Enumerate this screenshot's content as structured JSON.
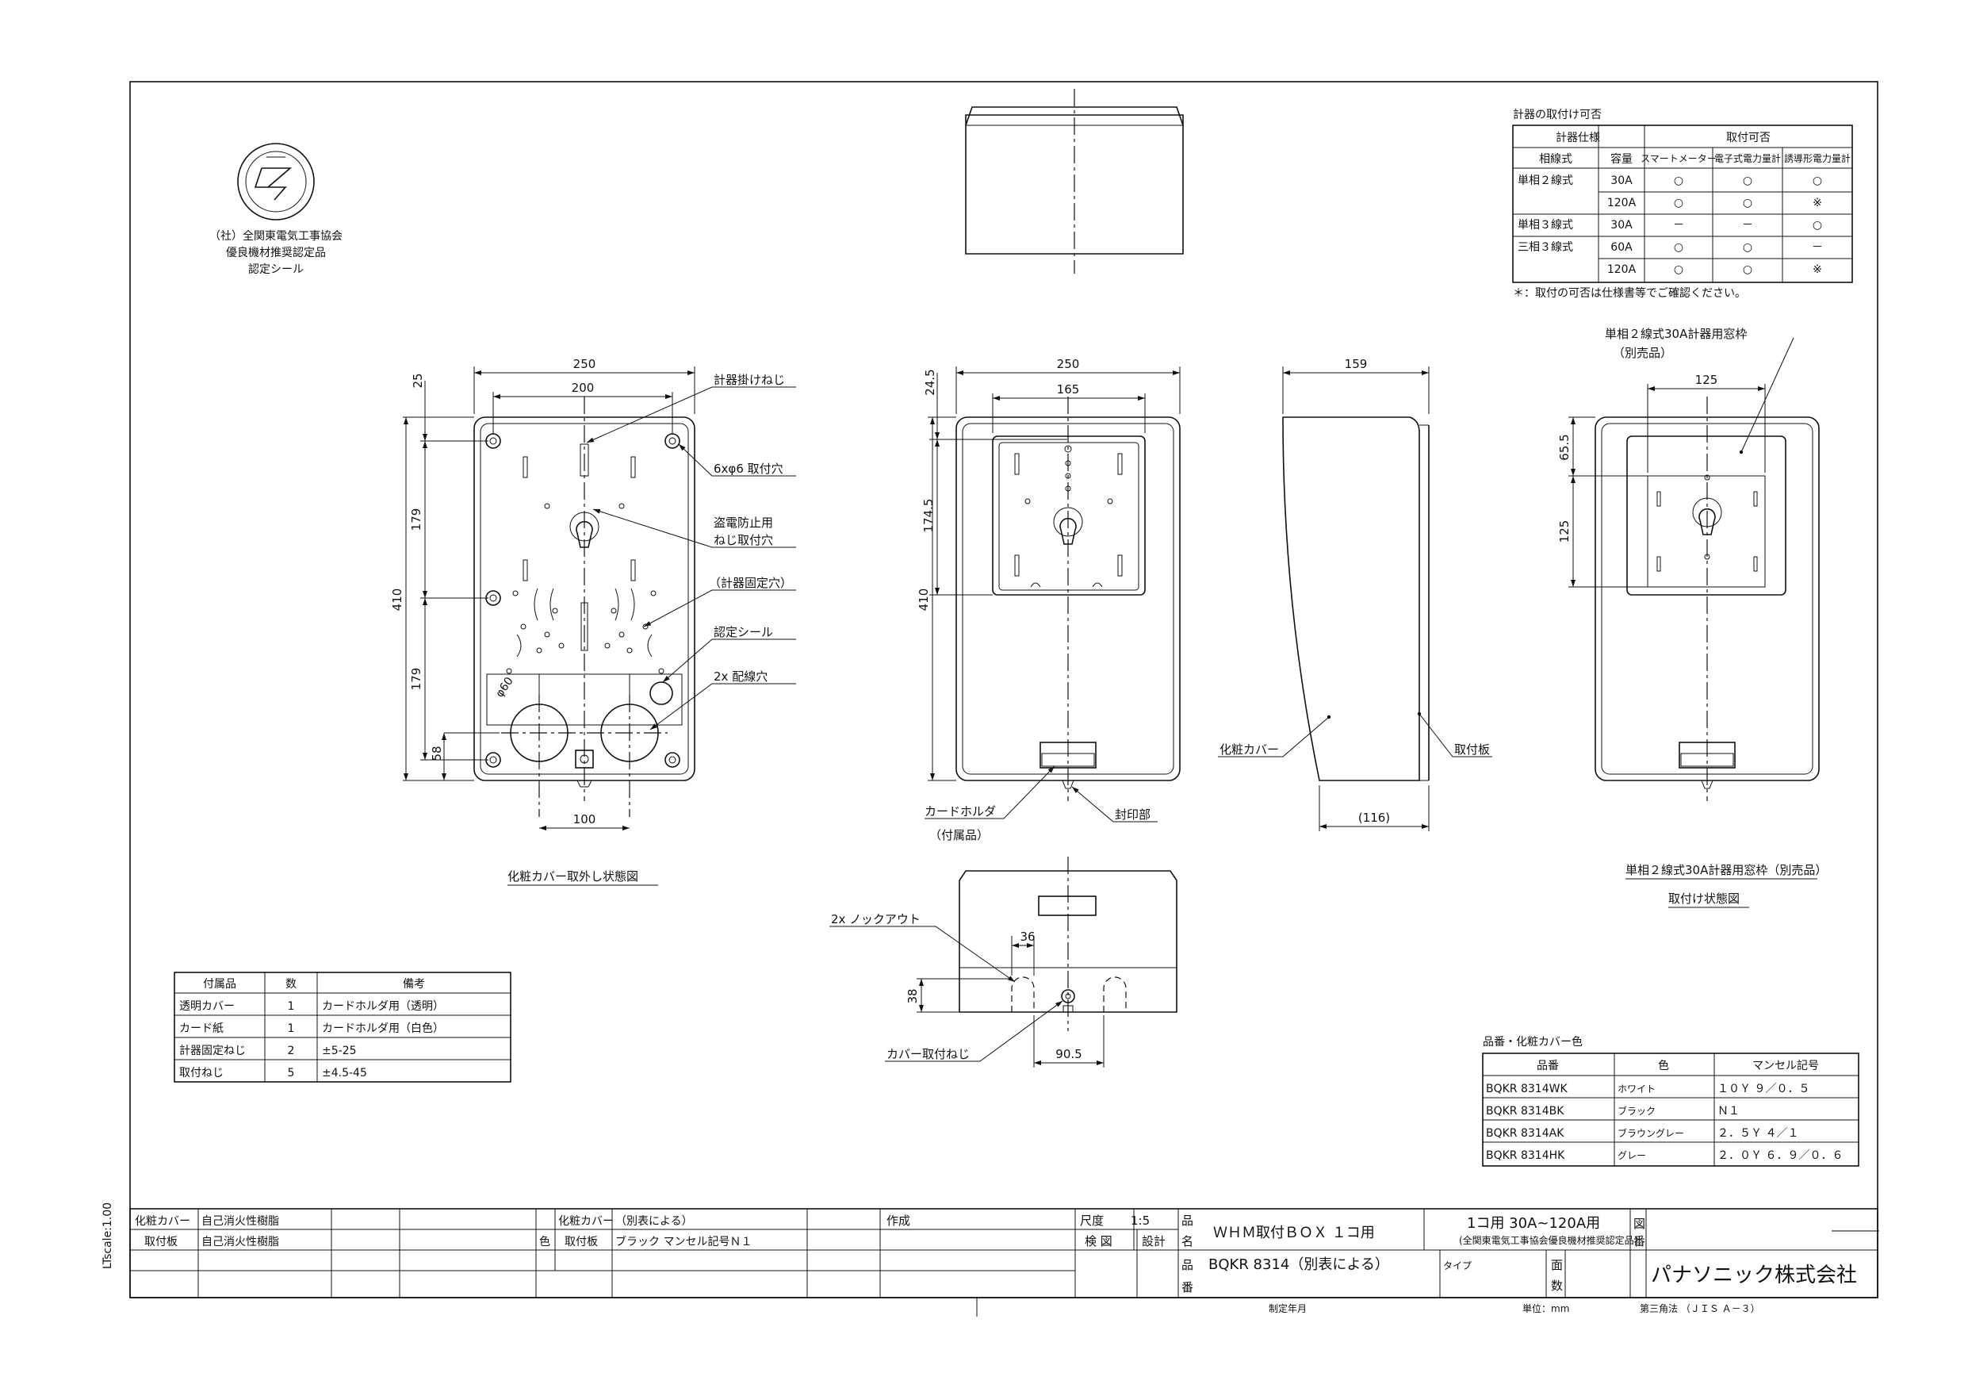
{
  "side_label": "LTscale:1.00",
  "certification": {
    "seal_text": "(社)全関東電気工事協会 優良機材推奨認定品",
    "line1": "（社）全関東電気工事協会",
    "line2": "優良機材推奨認定品",
    "line3": "認定シール"
  },
  "compat": {
    "title": "計器の取付け可否",
    "h_spec": "計器仕様",
    "h_mount": "取付可否",
    "h_phase": "相線式",
    "h_cap": "容量",
    "h_smart": "スマートメーター",
    "h_elec": "電子式電力量計",
    "h_induct": "誘導形電力量計",
    "rows": [
      {
        "phase": "単相２線式",
        "cap": "30A",
        "smart": "○",
        "elec": "○",
        "induct": "○"
      },
      {
        "phase": "",
        "cap": "120A",
        "smart": "○",
        "elec": "○",
        "induct": "※"
      },
      {
        "phase": "単相３線式",
        "cap": "30A",
        "smart": "－",
        "elec": "－",
        "induct": "○"
      },
      {
        "phase": "三相３線式",
        "cap": "60A",
        "smart": "○",
        "elec": "○",
        "induct": "－"
      },
      {
        "phase": "",
        "cap": "120A",
        "smart": "○",
        "elec": "○",
        "induct": "※"
      }
    ],
    "note": "＊：取付の可否は仕様書等でご確認ください。"
  },
  "view1": {
    "d250": "250",
    "d200": "200",
    "d25": "25",
    "d179a": "179",
    "d410": "410",
    "d179b": "179",
    "d58": "58",
    "d100": "100",
    "phi60": "φ60",
    "l_screw": "計器掛けねじ",
    "l_holes": "6xφ6 取付穴",
    "l_anti1": "盗電防止用",
    "l_anti2": "ねじ取付穴",
    "l_fix": "（計器固定穴）",
    "l_seal": "認定シール",
    "l_wire": "2x 配線穴",
    "caption": "化粧カバー取外し状態図"
  },
  "view2": {
    "d250": "250",
    "d165": "165",
    "d245": "24.5",
    "d1745": "174.5",
    "d410": "410",
    "l_card1": "カードホルダ",
    "l_card2": "（付属品）",
    "l_sealpart": "封印部"
  },
  "view3": {
    "d159": "159",
    "d116": "(116)",
    "l_cover": "化粧カバー",
    "l_plate": "取付板"
  },
  "view4": {
    "l_frame1": "単相２線式30A計器用窓枠",
    "l_frame2": "（別売品）",
    "d125a": "125",
    "d655": "65.5",
    "d125b": "125",
    "caption1": "単相２線式30A計器用窓枠（別売品）",
    "caption2": "取付け状態図"
  },
  "bottom": {
    "l_knock": "2x ノックアウト",
    "d36": "36",
    "d38": "38",
    "d905": "90.5",
    "l_coverscrew": "カバー取付ねじ"
  },
  "accessories": {
    "h_item": "付属品",
    "h_qty": "数",
    "h_note": "備考",
    "rows": [
      {
        "item": "透明カバー",
        "qty": "1",
        "note": "カードホルダ用（透明）"
      },
      {
        "item": "カード紙",
        "qty": "1",
        "note": "カードホルダ用（白色）"
      },
      {
        "item": "計器固定ねじ",
        "qty": "2",
        "note": "±5-25"
      },
      {
        "item": "取付ねじ",
        "qty": "5",
        "note": "±4.5-45"
      }
    ]
  },
  "colors_table": {
    "title": "品番・化粧カバー色",
    "h_part": "品番",
    "h_color": "色",
    "h_munsell": "マンセル記号",
    "rows": [
      {
        "part": "BQKR 8314WK",
        "color": "ホワイト",
        "munsell": "１０Ｙ ９／０．５"
      },
      {
        "part": "BQKR 8314BK",
        "color": "ブラック",
        "munsell": "Ｎ１"
      },
      {
        "part": "BQKR 8314AK",
        "color": "ブラウングレー",
        "munsell": "２．５Ｙ ４／１"
      },
      {
        "part": "BQKR 8314HK",
        "color": "グレー",
        "munsell": "２．０Ｙ ６．９／０．６"
      }
    ]
  },
  "title_block": {
    "m1_name": "化粧カバー",
    "m1_val": "自己消火性樹脂",
    "m2_name": "取付板",
    "m2_val": "自己消火性樹脂",
    "color_label": "色",
    "c1_name": "化粧カバー",
    "c1_val": "（別表による）",
    "c2_name": "取付板",
    "c2_val": "ブラック マンセル記号Ｎ１",
    "made": "作成",
    "scale_label": "尺度",
    "scale_val": "1:5",
    "check": "検 図",
    "design": "設計",
    "name_label1": "品",
    "name_label2": "名",
    "product_name": "ＷＨＭ取付ＢＯＸ １コ用",
    "part_label1": "品",
    "part_label2": "番",
    "part_no": "BQKR 8314（別表による）",
    "rating": "1コ用 30A~120A用",
    "rating_sub": "(全関東電気工事協会優良機材推奨認定品)",
    "type_label": "タイプ",
    "fig_label1": "図",
    "fig_label2": "番",
    "fig_no": "――――",
    "sheets1": "面",
    "sheets2": "数",
    "company": "パナソニック株式会社",
    "date_label": "制定年月",
    "unit": "単位：mm",
    "projection": "第三角法 （ＪＩＳ Ａ－３）"
  }
}
